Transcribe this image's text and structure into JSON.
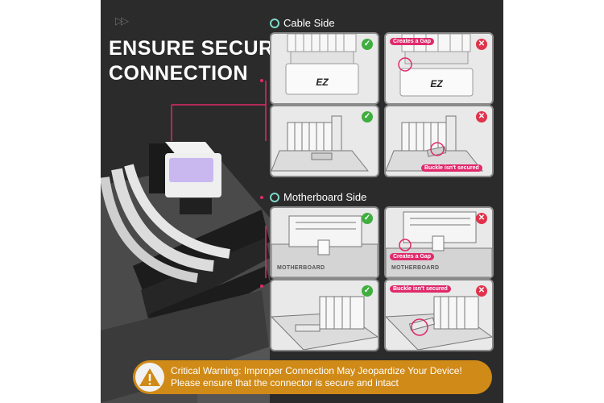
{
  "heading": {
    "line1": "ENSURE SECURE",
    "line2": "CONNECTION"
  },
  "sections": {
    "cable_side": "Cable Side",
    "motherboard_side": "Motherboard Side"
  },
  "cards": {
    "cable_bad_tag": "Creates a Gap",
    "cable_bad2_tag": "Buckle isn't secured",
    "mb_bad_tag": "Creates a Gap",
    "mb_bad2_tag": "Buckle isn't secured",
    "mb_label": "MOTHERBOARD",
    "logo_text": "EZ"
  },
  "badges": {
    "ok": "✓",
    "bad": "✕"
  },
  "warning": {
    "line1": "Critical Warning: Improper Connection May Jeopardize Your Device!",
    "line2": "Please ensure that the connector is secure and intact"
  },
  "colors": {
    "accent_pink": "#e0296b",
    "ok_green": "#3fae3f",
    "bad_red": "#e0334b",
    "warning_orange": "#d08a17",
    "teal": "#7fd8c8"
  },
  "icons": [
    "play-icon",
    "check-icon",
    "cross-icon",
    "warning-icon"
  ]
}
